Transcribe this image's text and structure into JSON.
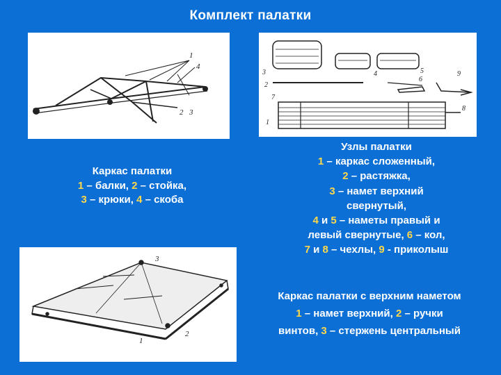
{
  "title": "Комплект палатки",
  "frame_caption": {
    "l1": "Каркас палатки",
    "l2": {
      "n1": "1",
      "t1": " – балки, ",
      "n2": "2",
      "t2": " – стойка,"
    },
    "l3": {
      "n1": "3",
      "t1": " – крюки, ",
      "n2": "4",
      "t2": " – скоба"
    }
  },
  "nodes_caption": {
    "l1": "Узлы палатки",
    "l2": {
      "n1": "1",
      "t1": " – каркас сложенный,"
    },
    "l3": {
      "n1": "2",
      "t1": " – растяжка,"
    },
    "l4": {
      "n1": "3",
      "t1": " – намет верхний"
    },
    "l5": "свернутый,",
    "l6": {
      "n1": "4",
      "t1": " и ",
      "n2": "5",
      "t2": " – наметы правый и"
    },
    "l7": {
      "t0": "левый свернутые, ",
      "n1": "6",
      "t1": " – кол,"
    },
    "l8": {
      "n1": "7",
      "t1": " и ",
      "n2": "8",
      "t2": " – чехлы, ",
      "n3": "9",
      "t3": " - приколыш"
    }
  },
  "tent_caption": {
    "l1": "Каркас палатки с верхним наметом",
    "l2": {
      "n1": "1",
      "t1": " – намет верхний, ",
      "n2": "2",
      "t2": " – ручки"
    },
    "l3": {
      "t0": "винтов,  ",
      "n1": "3",
      "t1": " – стержень центральный"
    }
  },
  "figure_labels": {
    "frame": [
      "1",
      "4",
      "2",
      "3"
    ],
    "nodes": [
      "3",
      "2",
      "7",
      "1",
      "4",
      "5",
      "6",
      "9",
      "8"
    ],
    "tent": [
      "3",
      "2",
      "1"
    ]
  },
  "colors": {
    "background": "#0b6fd6",
    "text": "#ffffff",
    "numbers": "#ffd84a"
  }
}
